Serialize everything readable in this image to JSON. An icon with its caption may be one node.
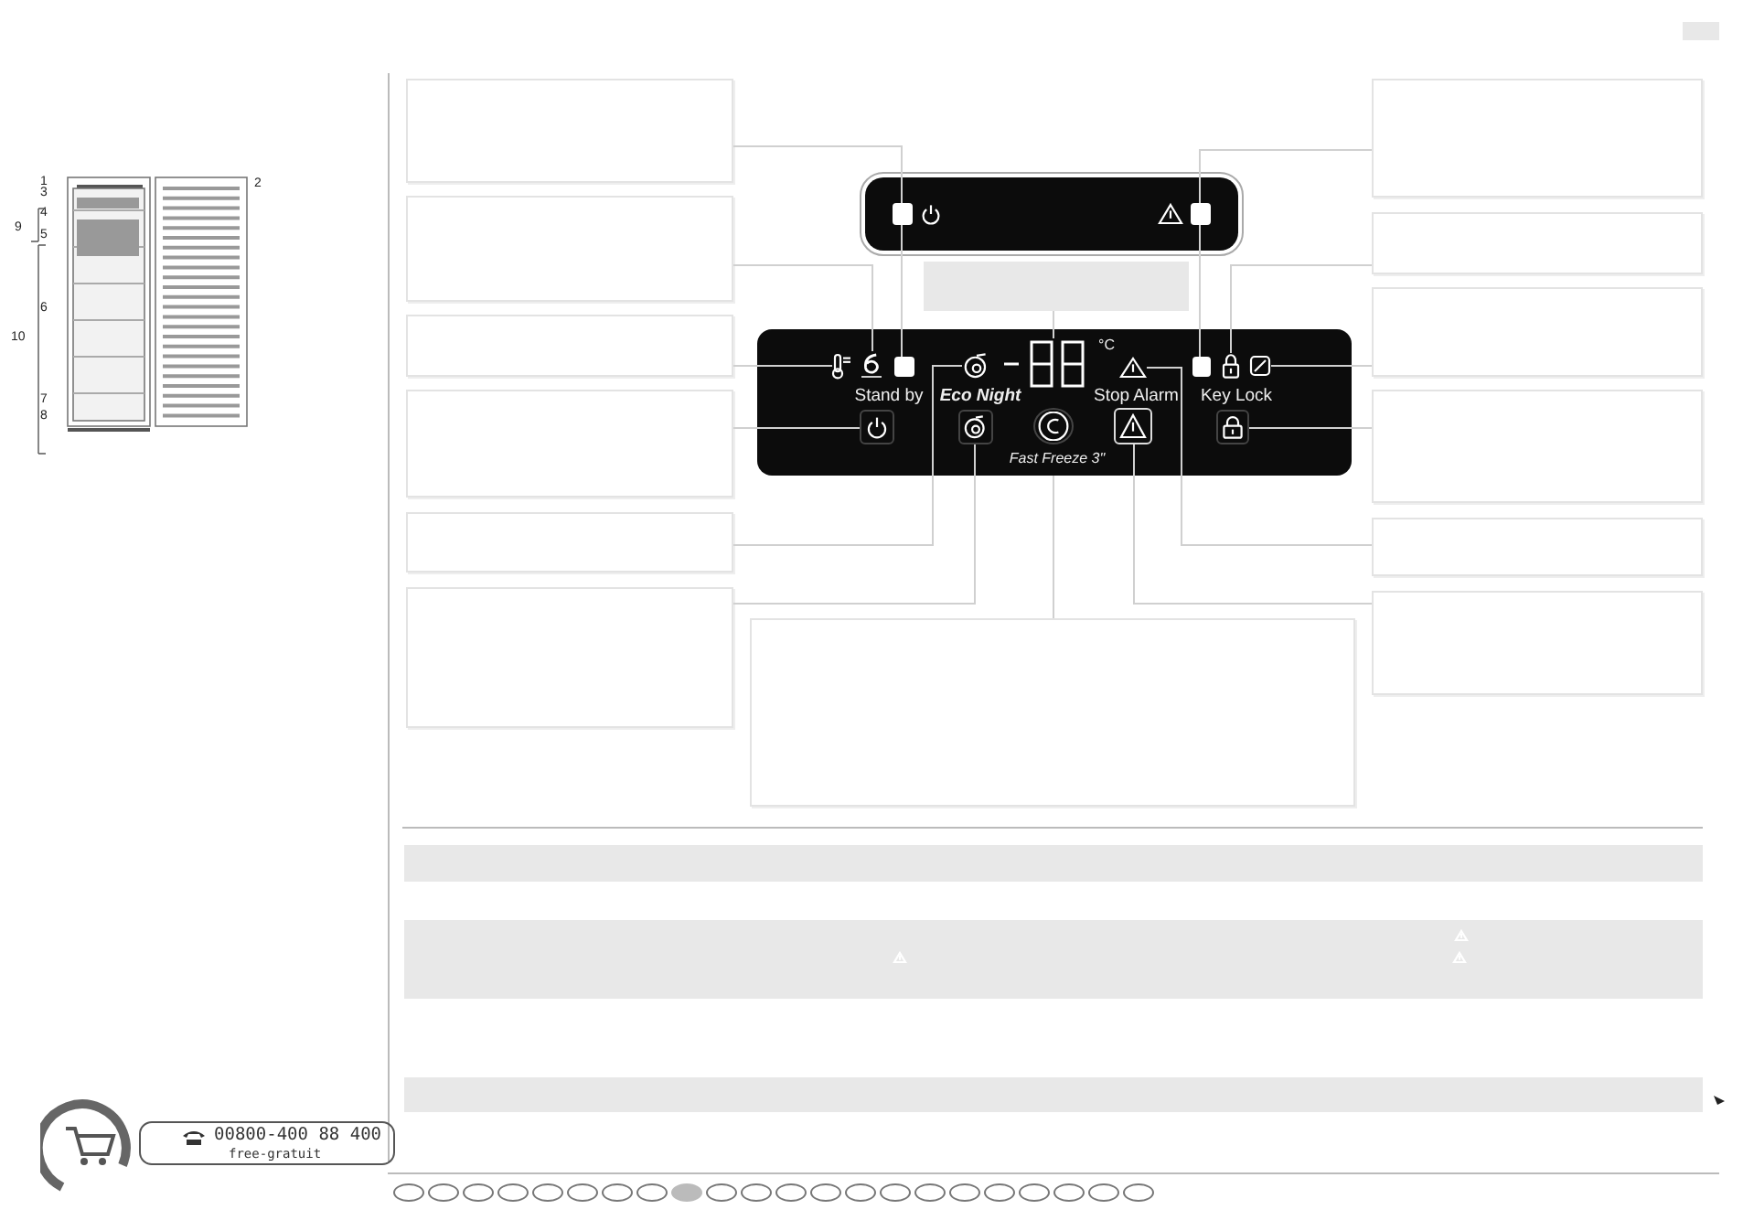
{
  "diagram": {
    "nodes": [
      {
        "text": [],
        "shape": "box"
      },
      {
        "text": [
          "Stand by",
          "Eco Night",
          "°C",
          "Stop Alarm",
          "Key Lock",
          "Fast Freeze 3\""
        ]
      },
      {
        "text": [],
        "shape": "box",
        "in": 0
      },
      {
        "text": [],
        "shape": "box",
        "in": 0
      },
      {
        "text": [],
        "shape": "picture",
        "in": 1
      },
      {
        "text": [],
        "shape": "picture",
        "in": 1
      },
      {
        "text": [],
        "shape": "box",
        "in": 1
      },
      {
        "text": [],
        "shape": "picture",
        "in": 1
      },
      {
        "text": [],
        "shape": "picture",
        "in": 1
      },
      {
        "text": [],
        "shape": "picture",
        "in": 1
      },
      {
        "text": [],
        "shape": "box",
        "in": 1
      },
      {
        "text": [],
        "shape": "picture",
        "in": 1
      },
      {
        "text": [],
        "shape": "picture",
        "in": 1
      },
      {
        "text": [],
        "shape": "box",
        "in": 1
      },
      {
        "text": [],
        "shape": "box",
        "in": 1
      },
      {
        "text": [],
        "shape": "circle",
        "in": 1
      },
      {
        "text": [],
        "shape": "box",
        "in": 1
      },
      {
        "text": [],
        "shape": "box",
        "in": 1
      },
      {
        "text": [],
        "shape": "box"
      },
      {
        "text": [],
        "shape": "box"
      },
      {
        "text": [],
        "shape": "box"
      },
      {
        "text": [],
        "shape": "box"
      },
      {
        "text": [],
        "shape": "box"
      },
      {
        "text": [],
        "shape": "box"
      },
      {
        "text": [],
        "shape": "box"
      },
      {
        "text": [],
        "shape": "box"
      },
      {
        "text": [],
        "shape": "box"
      },
      {
        "text": [],
        "shape": "box"
      },
      {
        "text": [],
        "shape": "box"
      },
      {
        "text": [],
        "shape": "box"
      },
      {
        "text": [],
        "shape": "box"
      },
      {
        "text": [],
        "shape": "box"
      }
    ],
    "edges": [
      {
        "from": 18,
        "to": 2,
        "arrow": "none"
      },
      {
        "from": 2,
        "to": 6,
        "arrow": "none"
      },
      {
        "from": 19,
        "to": 5,
        "arrow": "none"
      },
      {
        "from": 20,
        "to": 4,
        "arrow": "none"
      },
      {
        "from": 21,
        "to": 13,
        "arrow": "none"
      },
      {
        "from": 22,
        "to": 7,
        "arrow": "none"
      },
      {
        "from": 23,
        "to": 14,
        "arrow": "none"
      },
      {
        "from": 25,
        "to": 1,
        "arrow": "none"
      },
      {
        "from": 24,
        "to": 8,
        "arrow": "none"
      },
      {
        "from": 26,
        "to": 3,
        "arrow": "none"
      },
      {
        "from": 3,
        "to": 10,
        "arrow": "none"
      },
      {
        "from": 27,
        "to": 11,
        "arrow": "none"
      },
      {
        "from": 28,
        "to": 12,
        "arrow": "none"
      },
      {
        "from": 29,
        "to": 17,
        "arrow": "none"
      },
      {
        "from": 30,
        "to": 9,
        "arrow": "none"
      },
      {
        "from": 31,
        "to": 16,
        "arrow": "none"
      }
    ],
    "labels": [
      "1",
      "3",
      "2",
      "4",
      "9",
      "5",
      "6",
      "10",
      "7",
      "8",
      "00800-400 88 400",
      "free-gratuit"
    ]
  }
}
